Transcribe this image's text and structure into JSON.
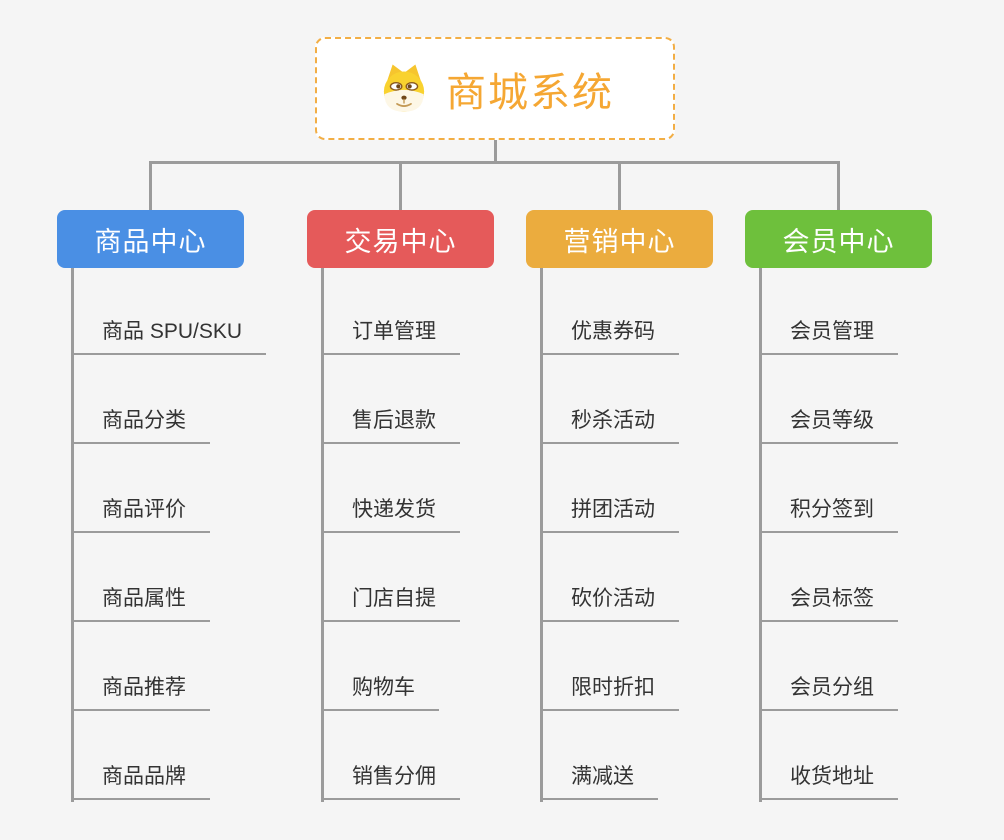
{
  "root": {
    "title": "商城系统",
    "icon": "dog-face-icon",
    "title_color": "#f5a733",
    "border_color": "#f2ae45"
  },
  "connector_color": "#9b9b9b",
  "branches": [
    {
      "label": "商品中心",
      "color": "#4a8fe4",
      "children": [
        "商品 SPU/SKU",
        "商品分类",
        "商品评价",
        "商品属性",
        "商品推荐",
        "商品品牌"
      ]
    },
    {
      "label": "交易中心",
      "color": "#e55a5a",
      "children": [
        "订单管理",
        "售后退款",
        "快递发货",
        "门店自提",
        "购物车",
        "销售分佣"
      ]
    },
    {
      "label": "营销中心",
      "color": "#ebac3e",
      "children": [
        "优惠券码",
        "秒杀活动",
        "拼团活动",
        "砍价活动",
        "限时折扣",
        "满减送"
      ]
    },
    {
      "label": "会员中心",
      "color": "#6ec03c",
      "children": [
        "会员管理",
        "会员等级",
        "积分签到",
        "会员标签",
        "会员分组",
        "收货地址"
      ]
    }
  ]
}
